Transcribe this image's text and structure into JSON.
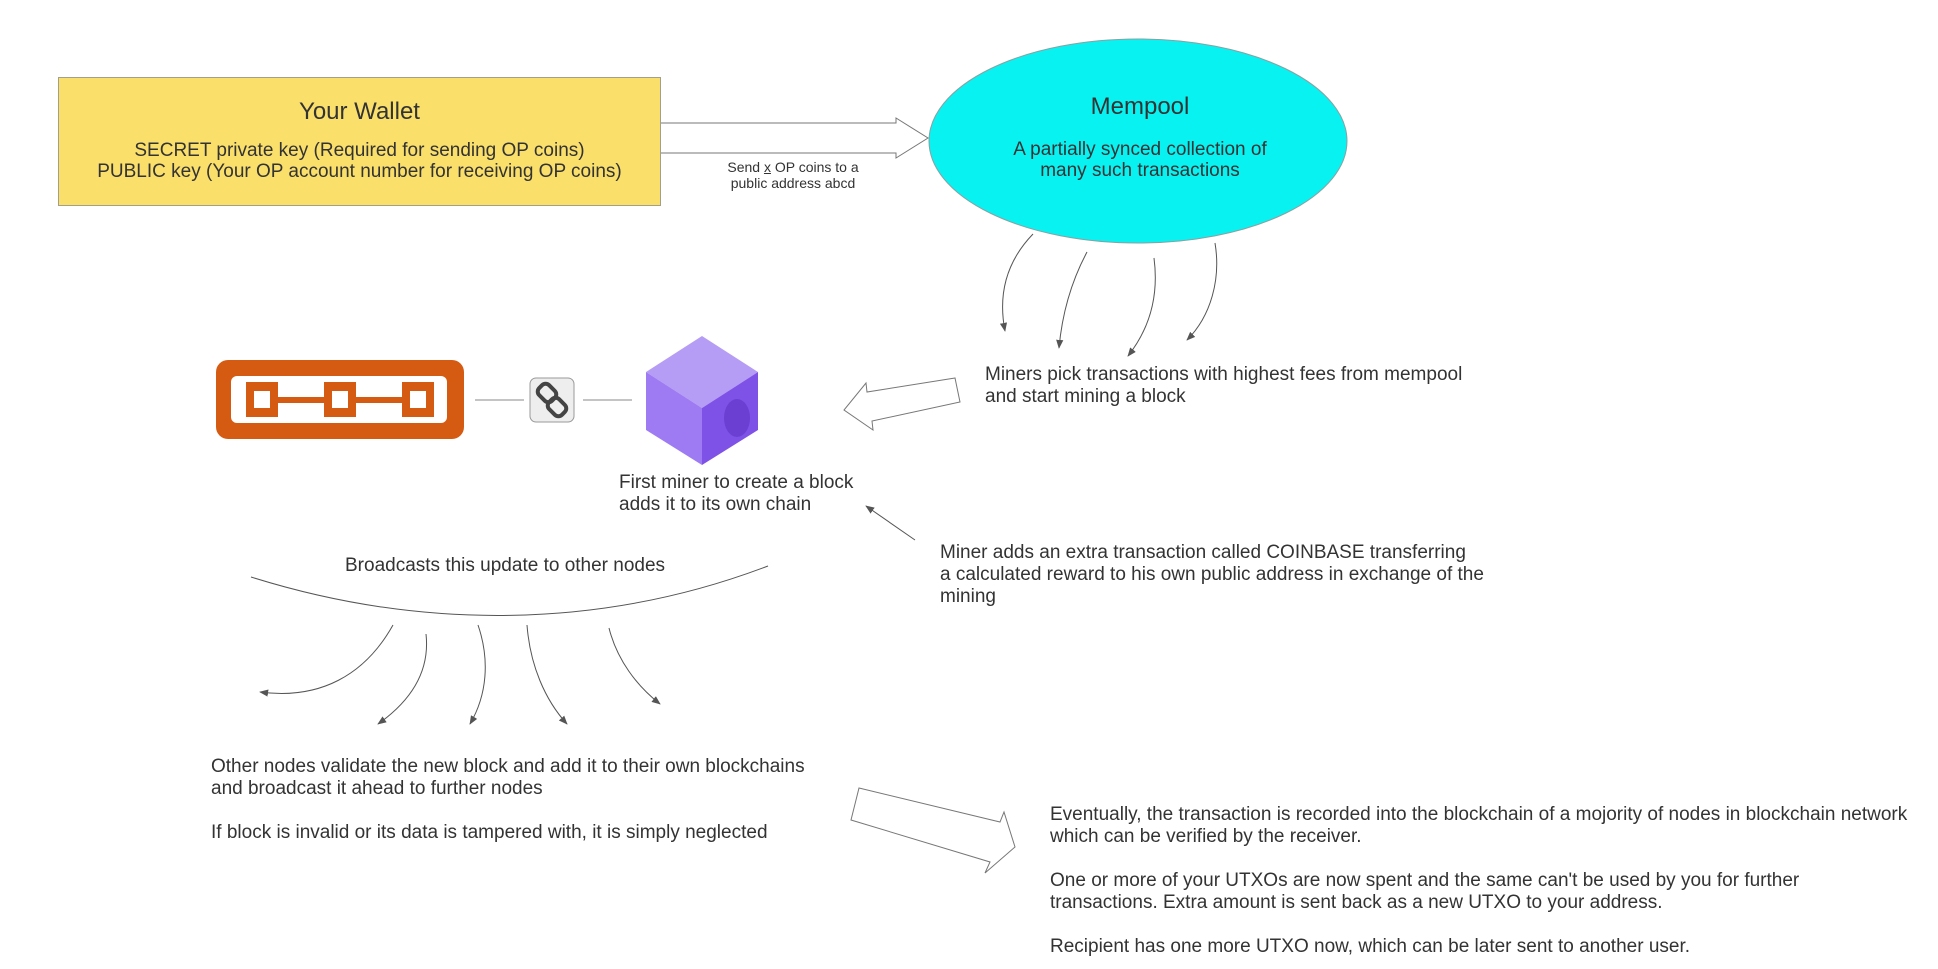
{
  "wallet": {
    "title": "Your Wallet",
    "line1": "SECRET private key (Required for sending OP coins)",
    "line2": "PUBLIC key (Your OP account number for receiving OP coins)"
  },
  "send_label": {
    "prefix": "Send ",
    "amount": "x",
    "suffix": " OP coins to a",
    "line2": "public address abcd"
  },
  "mempool": {
    "title": "Mempool",
    "desc_line1": "A partially synced collection of",
    "desc_line2": "many such transactions"
  },
  "miners_pick": {
    "line1": "Miners pick transactions with highest fees from mempool",
    "line2": "and start mining a block"
  },
  "first_miner": {
    "line1": "First miner to create a block",
    "line2": "adds it to its own chain"
  },
  "coinbase": {
    "line1": "Miner adds an extra transaction called COINBASE transferring",
    "line2": "a calculated reward to his own public address in exchange of the",
    "line3": "mining"
  },
  "broadcast": {
    "label": "Broadcasts this update to other nodes"
  },
  "other_nodes": {
    "line1": "Other nodes validate the new block and add it to their own blockchains",
    "line2": "and broadcast it ahead to further nodes",
    "line3": "If block is invalid or its data is tampered with, it is simply neglected"
  },
  "eventually": {
    "line1": "Eventually, the transaction is recorded into the blockchain of a mojority of nodes in blockchain network",
    "line2": "which can be verified by the receiver.",
    "line3": "One or more of your UTXOs are now spent and the same can't be used by you for further",
    "line4": "transactions. Extra amount is sent back as a new UTXO to your address.",
    "line5": "Recipient has one more UTXO now, which can be later sent to another user."
  },
  "icons": {
    "chain": "blockchain-chain-icon",
    "link": "link-icon",
    "block": "block-cube-icon"
  },
  "colors": {
    "wallet_fill": "#fadf6b",
    "mempool_fill": "#08f2f2",
    "chain_orange": "#d65b12",
    "cube_top": "#b59cf5",
    "cube_left": "#9e7bf2",
    "cube_right": "#7e52e6"
  }
}
